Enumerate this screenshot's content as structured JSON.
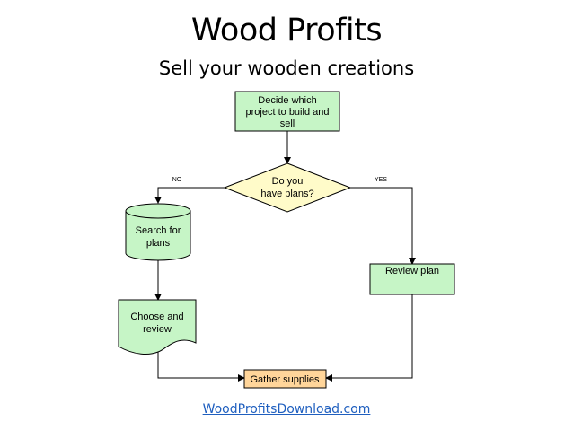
{
  "slide": {
    "title": "Wood Profits",
    "subtitle": "Sell your wooden creations",
    "footer_link": "WoodProfitsDownload.com"
  },
  "flowchart": {
    "nodes": {
      "decide": {
        "lines": [
          "Decide which",
          "project to build and",
          "sell"
        ],
        "shape": "process",
        "fill": "#c6f5c6"
      },
      "question": {
        "lines": [
          "Do you",
          "have plans?"
        ],
        "shape": "decision",
        "fill": "#fffbc9"
      },
      "search": {
        "lines": [
          "Search for",
          "plans"
        ],
        "shape": "data-store",
        "fill": "#c6f5c6"
      },
      "review_plan": {
        "lines": [
          "Review plan"
        ],
        "shape": "process",
        "fill": "#c6f5c6"
      },
      "choose": {
        "lines": [
          "Choose and",
          "review"
        ],
        "shape": "document",
        "fill": "#c6f5c6"
      },
      "gather": {
        "lines": [
          "Gather supplies"
        ],
        "shape": "process",
        "fill": "#ffd59a"
      }
    },
    "edge_labels": {
      "no": "NO",
      "yes": "YES"
    }
  },
  "colors": {
    "line": "#000000",
    "green_fill": "#c6f5c6",
    "yellow_fill": "#fffbc9",
    "orange_fill": "#ffd59a",
    "link": "#1f5fbf"
  }
}
